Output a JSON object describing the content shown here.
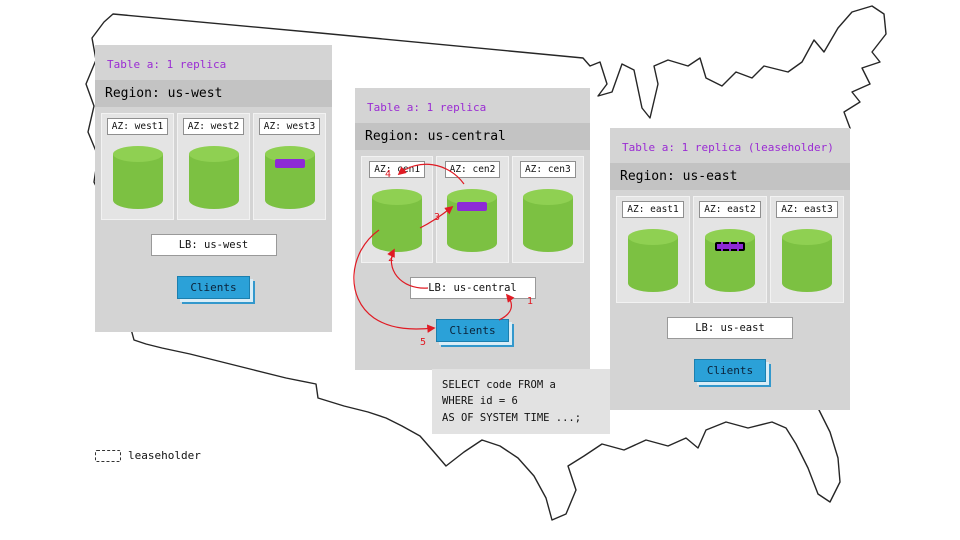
{
  "colors": {
    "accent-purple": "#9a2bd3",
    "replica-purple": "#8d2ad6",
    "db-green": "#7cc142",
    "db-green-light": "#8fd052",
    "client-blue": "#2ba1d8",
    "arrow-red": "#e01b24",
    "panel-gray": "#d4d4d4",
    "band-gray": "#c3c3c3",
    "col-gray": "#e4e4e4",
    "sql-gray": "#e2e2e2"
  },
  "regions": [
    {
      "table_label": "Table a: 1 replica",
      "region_label": "Region: us-west",
      "azs": [
        {
          "label": "AZ: west1",
          "replica": false,
          "leaseholder": false
        },
        {
          "label": "AZ: west2",
          "replica": false,
          "leaseholder": false
        },
        {
          "label": "AZ: west3",
          "replica": true,
          "leaseholder": false
        }
      ],
      "lb_label": "LB: us-west",
      "clients_label": "Clients"
    },
    {
      "table_label": "Table a: 1 replica",
      "region_label": "Region: us-central",
      "azs": [
        {
          "label": "AZ: cen1",
          "replica": false,
          "leaseholder": false
        },
        {
          "label": "AZ: cen2",
          "replica": true,
          "leaseholder": false
        },
        {
          "label": "AZ: cen3",
          "replica": false,
          "leaseholder": false
        }
      ],
      "lb_label": "LB: us-central",
      "clients_label": "Clients"
    },
    {
      "table_label": "Table a: 1 replica (leaseholder)",
      "region_label": "Region: us-east",
      "azs": [
        {
          "label": "AZ: east1",
          "replica": false,
          "leaseholder": false
        },
        {
          "label": "AZ: east2",
          "replica": true,
          "leaseholder": true
        },
        {
          "label": "AZ: east3",
          "replica": false,
          "leaseholder": false
        }
      ],
      "lb_label": "LB: us-east",
      "clients_label": "Clients"
    }
  ],
  "sql": {
    "lines": [
      "SELECT code FROM a",
      "WHERE id = 6",
      "AS OF SYSTEM TIME ...;"
    ]
  },
  "flow": {
    "steps": [
      {
        "label": "1"
      },
      {
        "label": "2"
      },
      {
        "label": "3"
      },
      {
        "label": "4"
      },
      {
        "label": "5"
      }
    ]
  },
  "legend": {
    "label": "leaseholder"
  }
}
